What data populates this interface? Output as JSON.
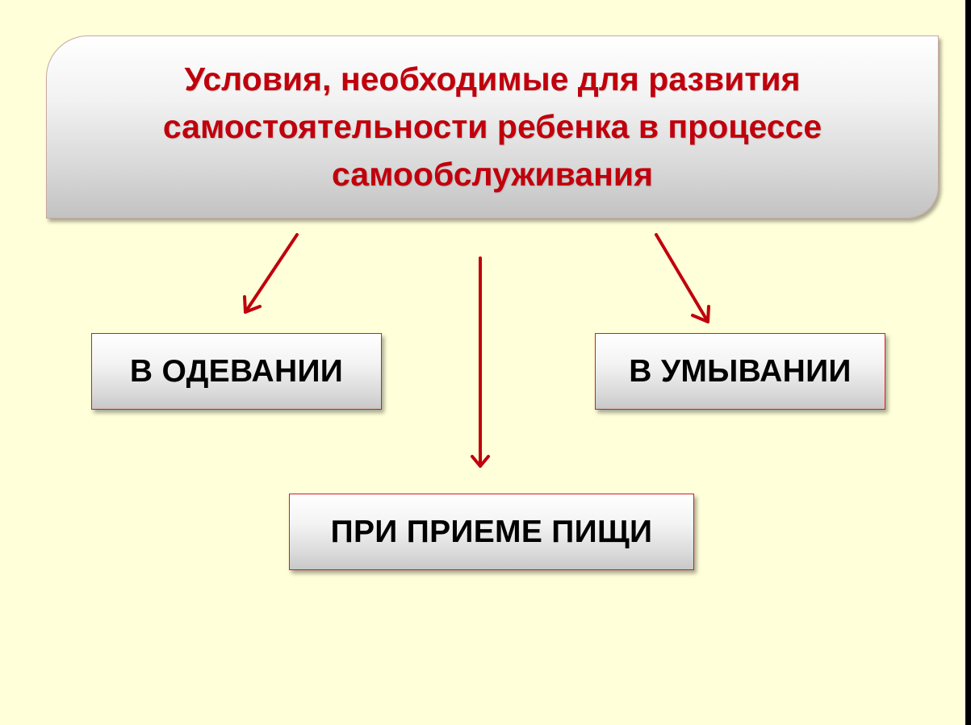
{
  "diagram": {
    "title": "Условия, необходимые для развития\nсамостоятельности ребенка в процессе\nсамообслуживания",
    "nodes": [
      {
        "id": "dressing",
        "label": "В ОДЕВАНИИ"
      },
      {
        "id": "washing",
        "label": "В УМЫВАНИИ"
      },
      {
        "id": "eating",
        "label": "ПРИ ПРИЕМЕ ПИЩИ"
      }
    ]
  },
  "colors": {
    "background": "#ffffd9",
    "title_text": "#c0000c",
    "arrow": "#c0000c",
    "node_border": "#d02020",
    "node_text": "#000000"
  }
}
